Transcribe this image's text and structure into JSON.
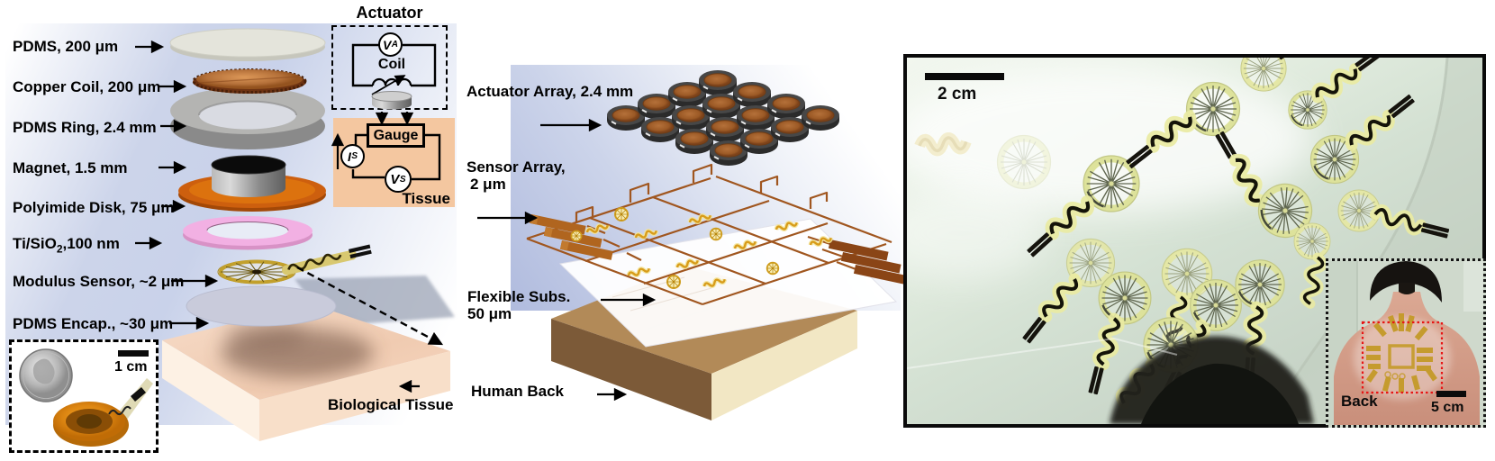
{
  "left_panel": {
    "layers": [
      {
        "label": "PDMS,  200 μm"
      },
      {
        "label": "Copper Coil,  200 μm"
      },
      {
        "label": "PDMS Ring, 2.4 mm"
      },
      {
        "label": "Magnet, 1.5 mm"
      },
      {
        "label": "Polyimide Disk, 75 μm"
      },
      {
        "label_pre": "Ti/SiO",
        "label_sub": "2",
        "label_post": ",100 nm"
      },
      {
        "label": "Modulus Sensor, ~2 μm"
      },
      {
        "label": "PDMS Encap., ~30 μm"
      }
    ],
    "tissue_label": "Biological Tissue",
    "inset_scale_label": "1 cm"
  },
  "circuit": {
    "title": "Actuator",
    "va": {
      "main": "V",
      "sub": "A"
    },
    "coil_label": "Coil",
    "gauge_label": "Gauge",
    "is": {
      "main": "I",
      "sub": "S"
    },
    "vs": {
      "main": "V",
      "sub": "S"
    },
    "tissue_label": "Tissue"
  },
  "middle_panel": {
    "actuator_label": "Actuator Array,  2.4 mm",
    "sensor_label_line1": "Sensor Array,",
    "sensor_label_line2": "2 μm",
    "substrate_label_line1": "Flexible Subs.",
    "substrate_label_line2": "50 μm",
    "human_back_label": "Human Back"
  },
  "right_panel": {
    "scale_label": "2 cm",
    "inset": {
      "label": "Back",
      "scale_label": "5 cm"
    }
  },
  "colors": {
    "panel_gradient_blue": "#c9d2ea",
    "copper_trace": "#a0561f",
    "copper_disc_top": "#a9642e",
    "polyimide_orange": "#cd5f0e",
    "ti_sio2_pink": "#f2b0e3",
    "sensor_gold": "#c2a02c",
    "tissue_peach": "#f4c7a0",
    "skin_block": "#f3d2bd",
    "photo_background_mint": "#dfe9dd",
    "annotation_red": "#e81515"
  }
}
